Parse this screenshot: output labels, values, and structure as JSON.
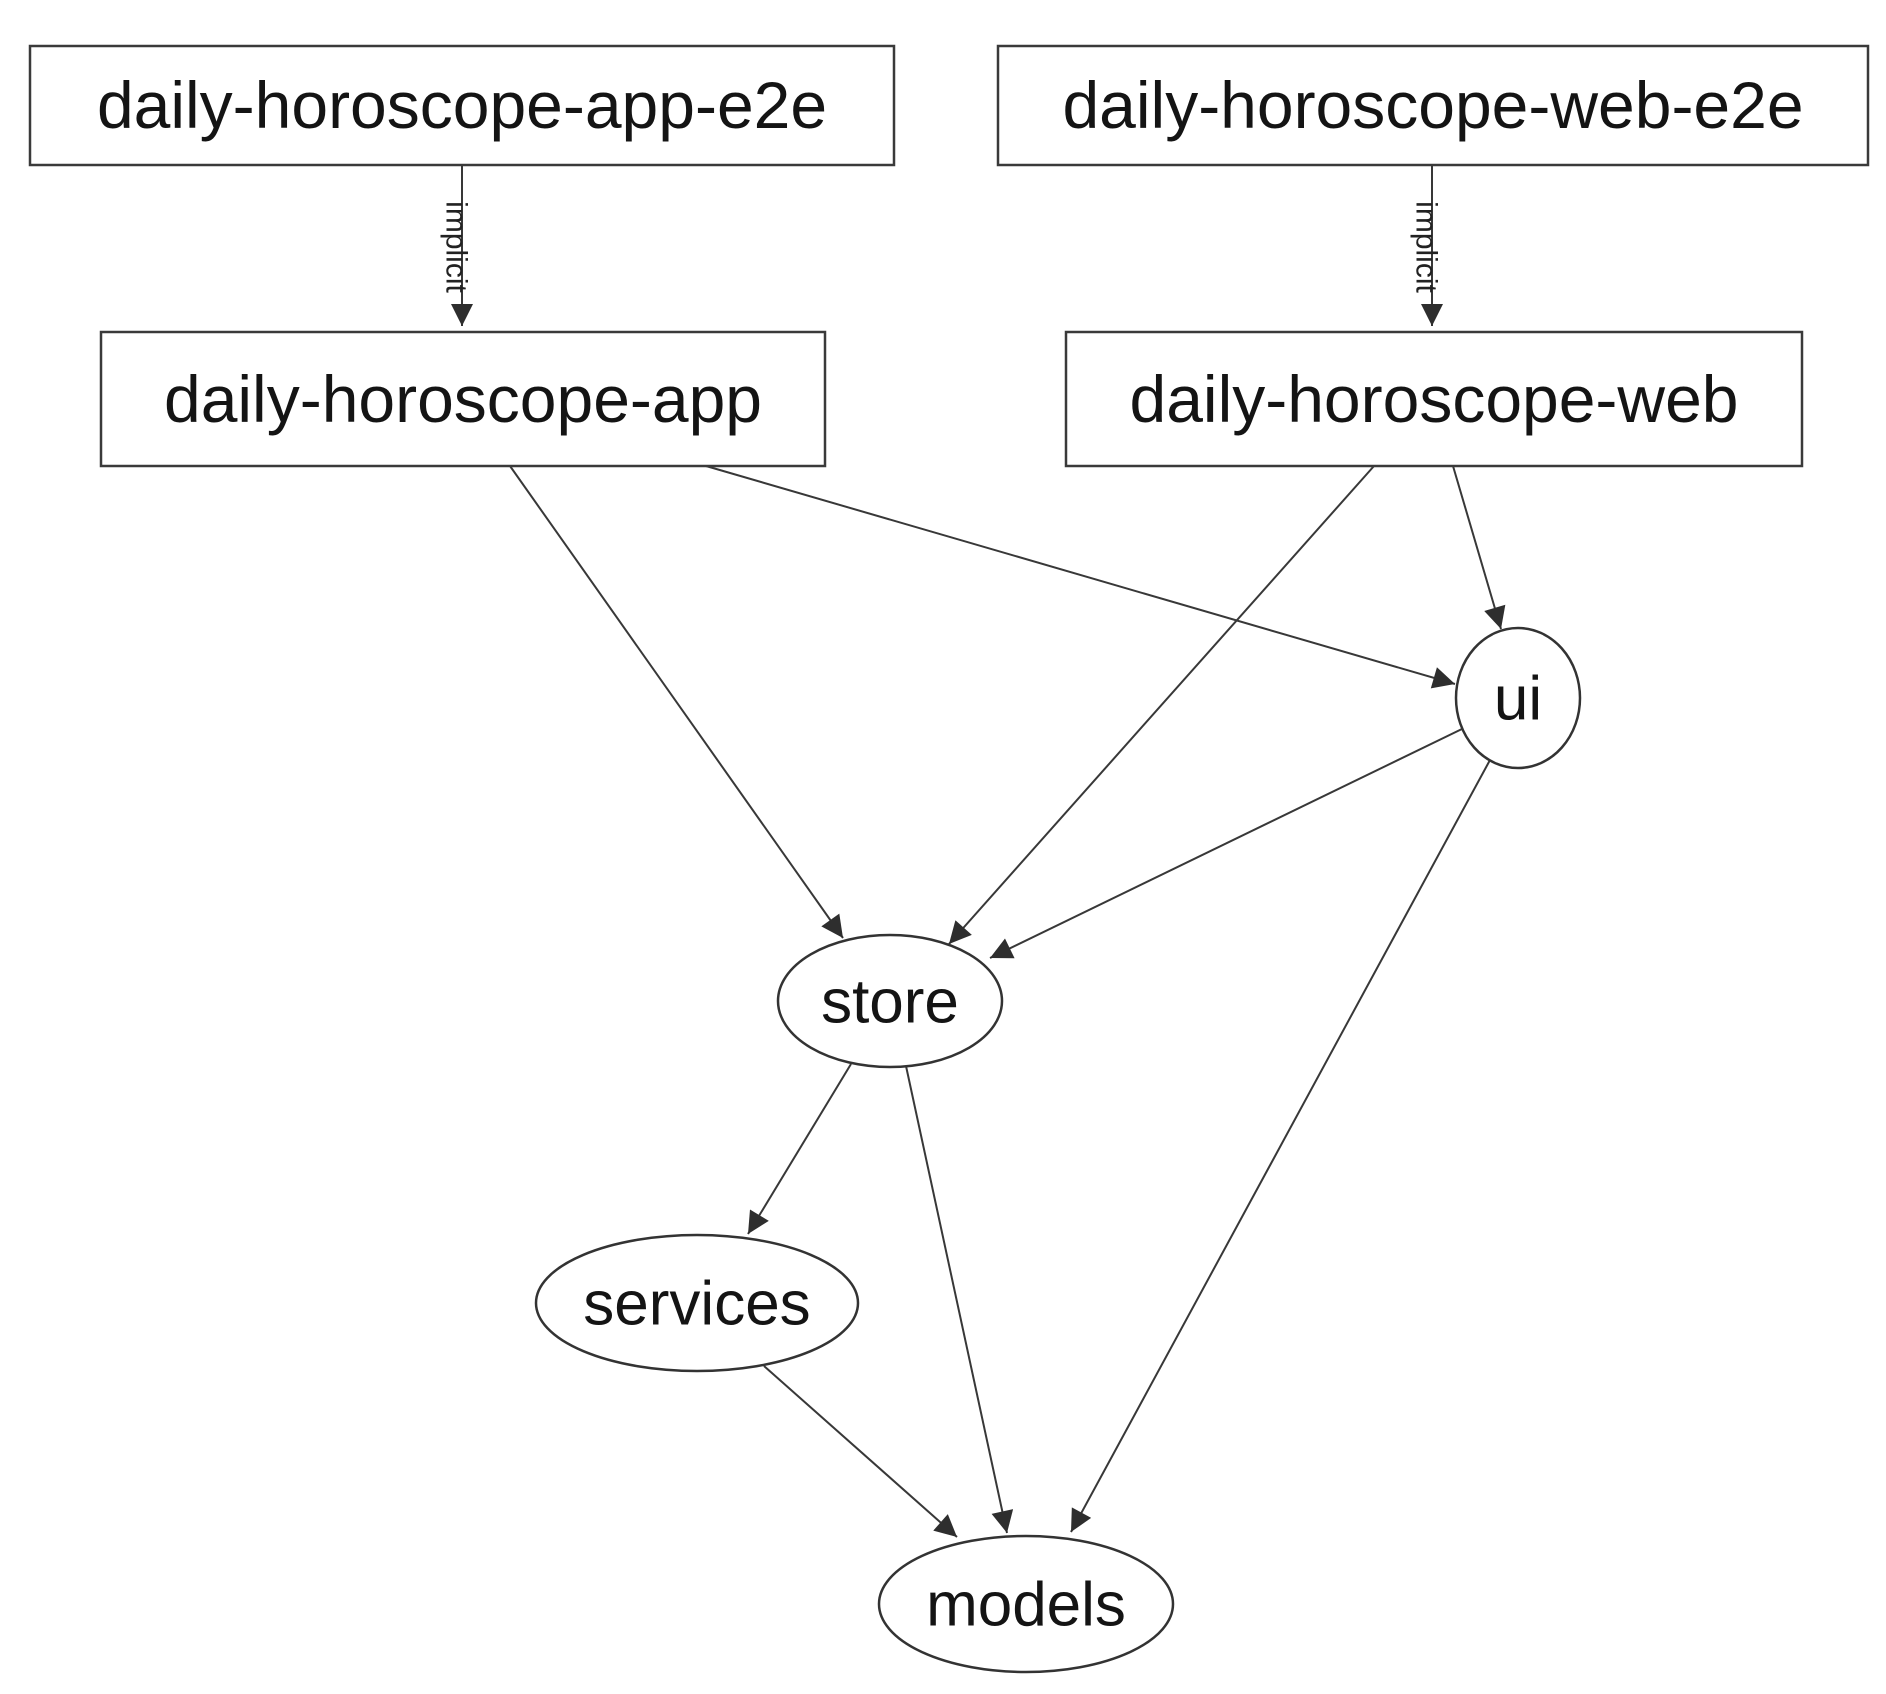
{
  "diagram": {
    "type": "dependency-graph",
    "nodes": [
      {
        "id": "daily-horoscope-app-e2e",
        "label": "daily-horoscope-app-e2e",
        "shape": "rect"
      },
      {
        "id": "daily-horoscope-web-e2e",
        "label": "daily-horoscope-web-e2e",
        "shape": "rect"
      },
      {
        "id": "daily-horoscope-app",
        "label": "daily-horoscope-app",
        "shape": "rect"
      },
      {
        "id": "daily-horoscope-web",
        "label": "daily-horoscope-web",
        "shape": "rect"
      },
      {
        "id": "ui",
        "label": "ui",
        "shape": "ellipse"
      },
      {
        "id": "store",
        "label": "store",
        "shape": "ellipse"
      },
      {
        "id": "services",
        "label": "services",
        "shape": "ellipse"
      },
      {
        "id": "models",
        "label": "models",
        "shape": "ellipse"
      }
    ],
    "edges": [
      {
        "from": "daily-horoscope-app-e2e",
        "to": "daily-horoscope-app",
        "label": "implicit"
      },
      {
        "from": "daily-horoscope-web-e2e",
        "to": "daily-horoscope-web",
        "label": "implicit"
      },
      {
        "from": "daily-horoscope-app",
        "to": "store",
        "label": ""
      },
      {
        "from": "daily-horoscope-app",
        "to": "ui",
        "label": ""
      },
      {
        "from": "daily-horoscope-web",
        "to": "store",
        "label": ""
      },
      {
        "from": "daily-horoscope-web",
        "to": "ui",
        "label": ""
      },
      {
        "from": "ui",
        "to": "store",
        "label": ""
      },
      {
        "from": "ui",
        "to": "models",
        "label": ""
      },
      {
        "from": "store",
        "to": "services",
        "label": ""
      },
      {
        "from": "store",
        "to": "models",
        "label": ""
      },
      {
        "from": "services",
        "to": "models",
        "label": ""
      }
    ],
    "colors": {
      "background": "#ffffff",
      "stroke": "#383838",
      "text": "#141414",
      "node_fill": "#ffffff"
    }
  }
}
